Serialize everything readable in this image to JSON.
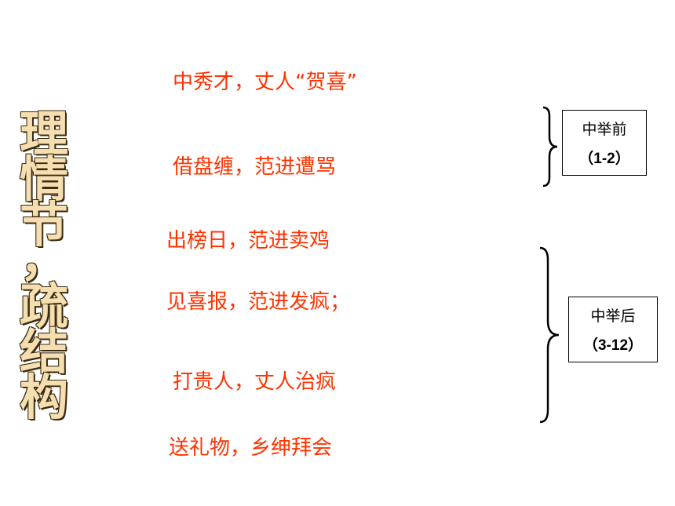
{
  "title_chars": [
    "理",
    "情",
    "节",
    "，",
    "疏",
    "结",
    "构"
  ],
  "events": [
    "中秀才，丈人“贺喜”",
    "借盘缠，范进遭骂",
    "出榜日，范进卖鸡",
    "见喜报，范进发疯；",
    "打贵人，丈人治疯",
    "送礼物，乡绅拜会"
  ],
  "groups": [
    {
      "label": "中举前",
      "range": "（1-2）"
    },
    {
      "label": "中举后",
      "range": "（3-12）"
    }
  ],
  "colors": {
    "event_text": "#ff3300",
    "title_fill": "#f5deb0",
    "title_outline": "#3a2a10"
  }
}
